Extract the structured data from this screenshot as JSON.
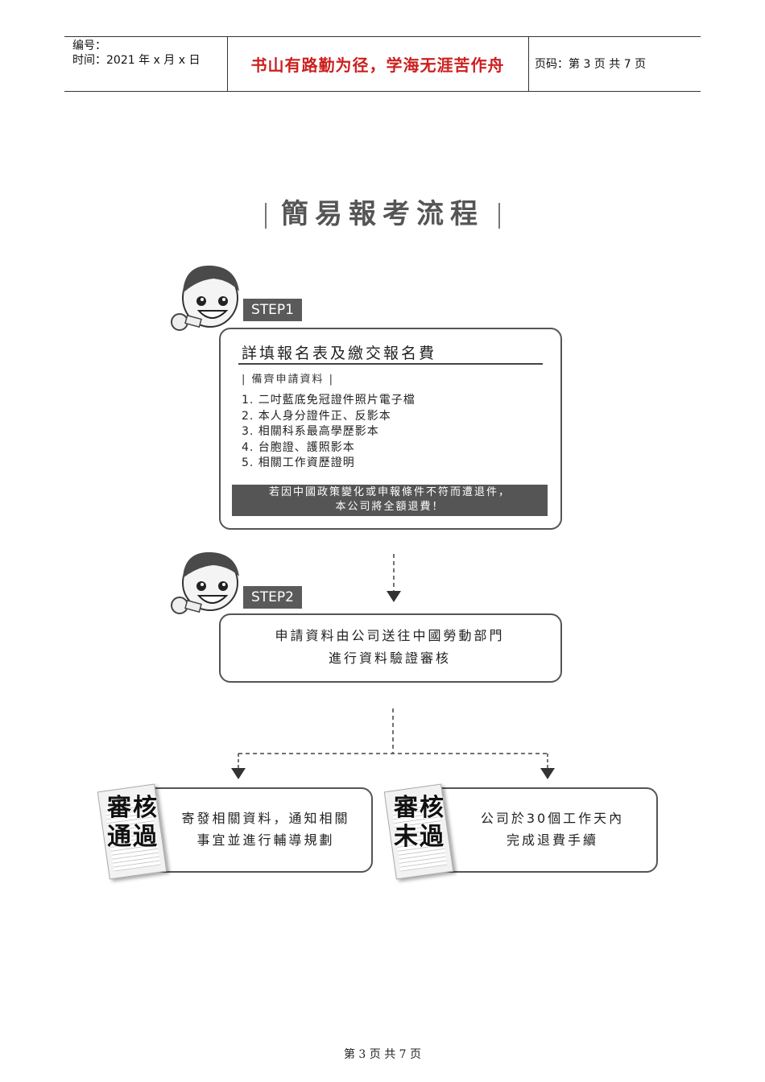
{
  "header": {
    "number_label": "编号：",
    "time_label": "时间：2021 年 x 月 x 日",
    "motto": "书山有路勤为径，学海无涯苦作舟",
    "page_code": "页码：第 3 页  共 7 页"
  },
  "title": "簡易報考流程",
  "step1": {
    "tag": "STEP1",
    "heading": "詳填報名表及繳交報名費",
    "subheading": "備齊申請資料",
    "items": [
      "1. 二吋藍底免冠證件照片電子檔",
      "2. 本人身分證件正、反影本",
      "3. 相關科系最高學歷影本",
      "4. 台胞證、護照影本",
      "5. 相關工作資歷證明"
    ],
    "note_line1": "若因中國政策變化或申報條件不符而遭退件，",
    "note_line2": "本公司將全額退費！"
  },
  "step2": {
    "tag": "STEP2",
    "line1": "申請資料由公司送往中國勞動部門",
    "line2": "進行資料驗證審核"
  },
  "result_pass": {
    "stamp_line1": "審核",
    "stamp_line2": "通過",
    "line1": "寄發相關資料，通知相關",
    "line2": "事宜並進行輔導規劃"
  },
  "result_fail": {
    "stamp_line1": "審核",
    "stamp_line2": "未過",
    "line1": "公司於30個工作天內",
    "line2": "完成退費手續"
  },
  "footer": "第 3 页  共 7 页"
}
